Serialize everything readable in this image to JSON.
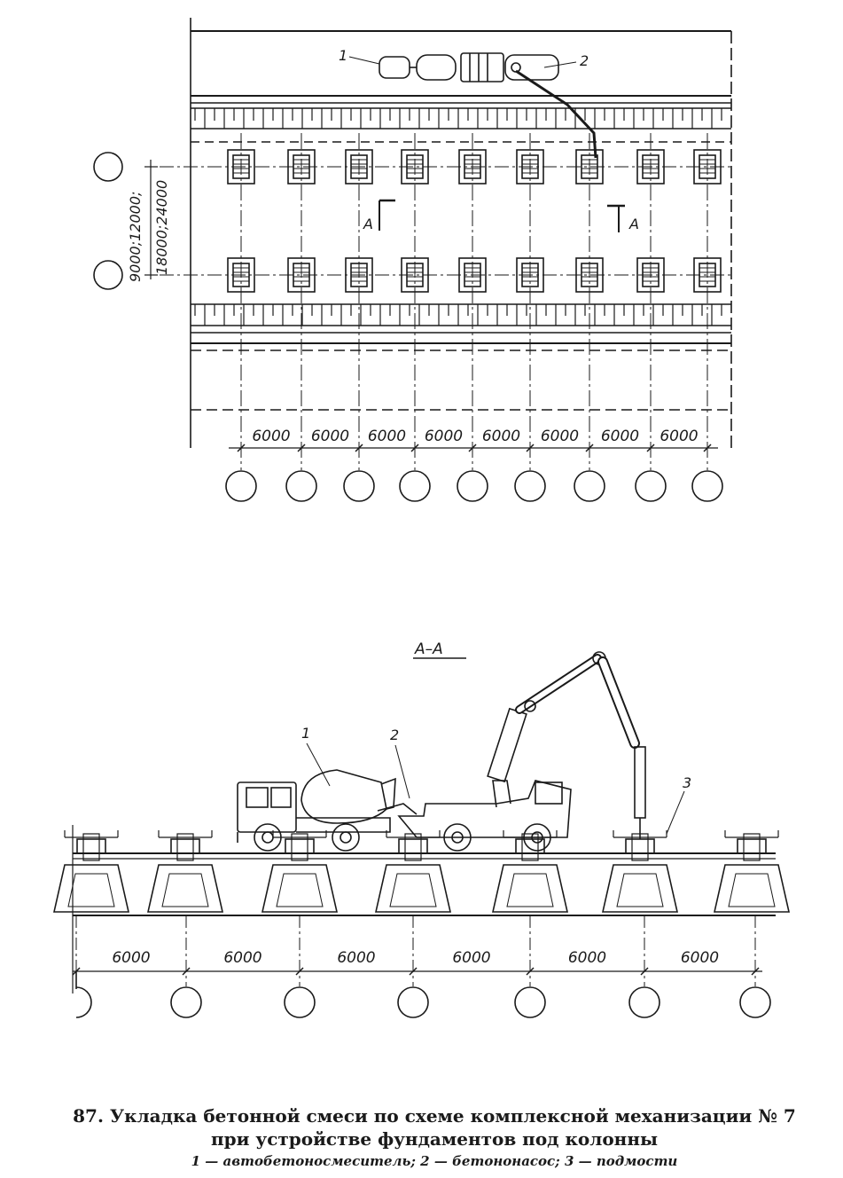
{
  "plan": {
    "span_dims": [
      "6000",
      "6000",
      "6000",
      "6000",
      "6000",
      "6000",
      "6000",
      "6000"
    ],
    "vertical_dim_1": "9000;12000;",
    "vertical_dim_2": "18000;24000",
    "section_mark": "A",
    "callout_1": "1",
    "callout_2": "2"
  },
  "section": {
    "title": "A–A",
    "span_dims": [
      "6000",
      "6000",
      "6000",
      "6000",
      "6000",
      "6000"
    ],
    "callout_1": "1",
    "callout_2": "2",
    "callout_3": "3"
  },
  "caption": {
    "line1": "87. Укладка бетонной смеси по схеме комплексной механизации № 7",
    "line2": "при устройстве фундаментов под колонны",
    "legend": "1 — автобетоносмеситель; 2 — бетононасос; 3 — подмости"
  }
}
